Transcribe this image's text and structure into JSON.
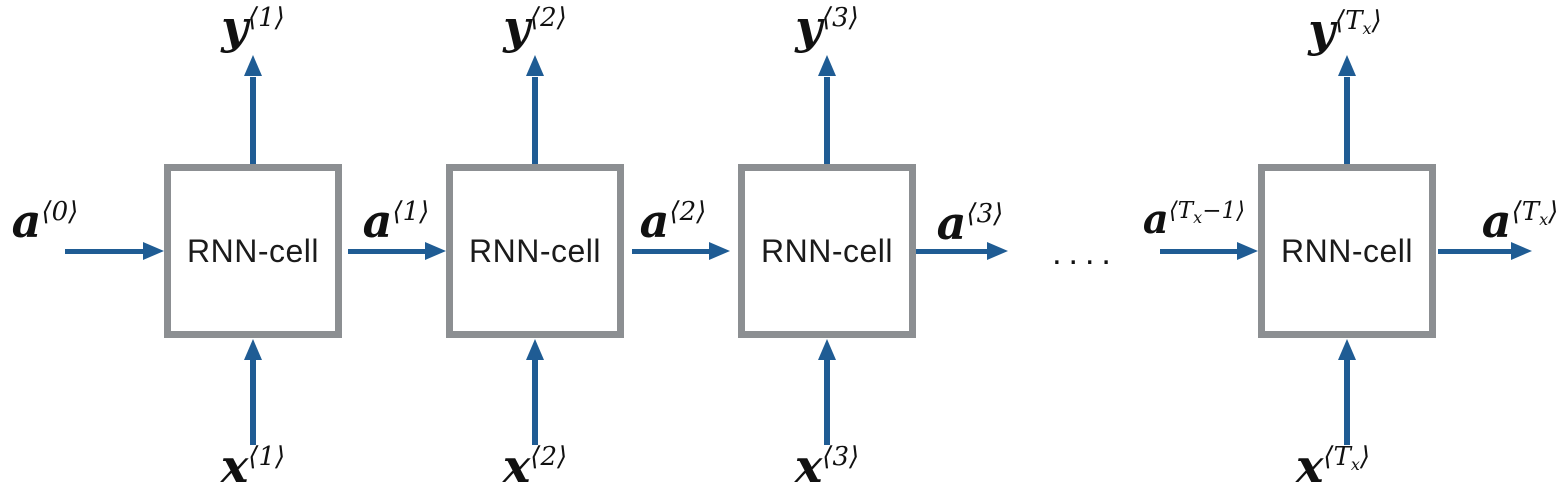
{
  "colors": {
    "arrow_blue": "#1f5c94",
    "box_border_gray": "#8c8f92",
    "text_black": "#1b1b1b"
  },
  "cells": [
    {
      "name": "RNN-cell",
      "y_label": {
        "base": "y",
        "sup": "⟨1⟩",
        "sub": "",
        "sup2": ""
      },
      "x_label": {
        "base": "x",
        "sup": "⟨1⟩",
        "sub": "",
        "sup2": ""
      }
    },
    {
      "name": "RNN-cell",
      "y_label": {
        "base": "y",
        "sup": "⟨2⟩",
        "sub": "",
        "sup2": ""
      },
      "x_label": {
        "base": "x",
        "sup": "⟨2⟩",
        "sub": "",
        "sup2": ""
      }
    },
    {
      "name": "RNN-cell",
      "y_label": {
        "base": "y",
        "sup": "⟨3⟩",
        "sub": "",
        "sup2": ""
      },
      "x_label": {
        "base": "x",
        "sup": "⟨3⟩",
        "sub": "",
        "sup2": ""
      }
    },
    {
      "name": "RNN-cell",
      "y_label": {
        "base": "y",
        "sup": "⟨T",
        "sub": "x",
        "sup2": "⟩"
      },
      "x_label": {
        "base": "x",
        "sup": "⟨T",
        "sub": "x",
        "sup2": "⟩"
      }
    }
  ],
  "activations": [
    {
      "base": "a",
      "sup": "⟨0⟩",
      "sub": "",
      "sup2": ""
    },
    {
      "base": "a",
      "sup": "⟨1⟩",
      "sub": "",
      "sup2": ""
    },
    {
      "base": "a",
      "sup": "⟨2⟩",
      "sub": "",
      "sup2": ""
    },
    {
      "base": "a",
      "sup": "⟨3⟩",
      "sub": "",
      "sup2": ""
    },
    {
      "base": "a",
      "sup": "⟨T",
      "sub": "x",
      "sup2": "−1⟩"
    },
    {
      "base": "a",
      "sup": "⟨T",
      "sub": "x",
      "sup2": "⟩"
    }
  ],
  "ellipsis": "...."
}
